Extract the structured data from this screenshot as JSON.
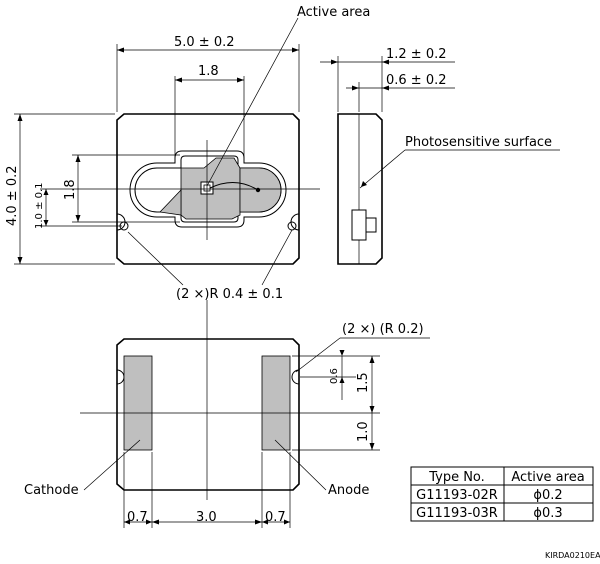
{
  "labels": {
    "active_area": "Active area",
    "photosensitive_surface": "Photosensitive surface",
    "radius_top": "(2 ×)R 0.4 ± 0.1",
    "radius_bottom": "(2 ×) (R 0.2)",
    "cathode": "Cathode",
    "anode": "Anode",
    "drawing_code": "KIRDA0210EA"
  },
  "dimensions": {
    "width_total": "5.0 ± 0.2",
    "window_width": "1.8",
    "side_total": "1.2 ± 0.2",
    "side_inner": "0.6 ± 0.2",
    "height_total": "4.0 ± 0.2",
    "window_height": "1.8",
    "pad_offset": "1.0 ± 0.1",
    "bottom_06": "0.6",
    "bottom_15": "1.5",
    "bottom_10": "1.0",
    "pad_width_left": "0.7",
    "pad_gap": "3.0",
    "pad_width_right": "0.7"
  },
  "table": {
    "headers": [
      "Type No.",
      "Active area"
    ],
    "rows": [
      [
        "G11193-02R",
        "ϕ0.2"
      ],
      [
        "G11193-03R",
        "ϕ0.3"
      ]
    ]
  }
}
